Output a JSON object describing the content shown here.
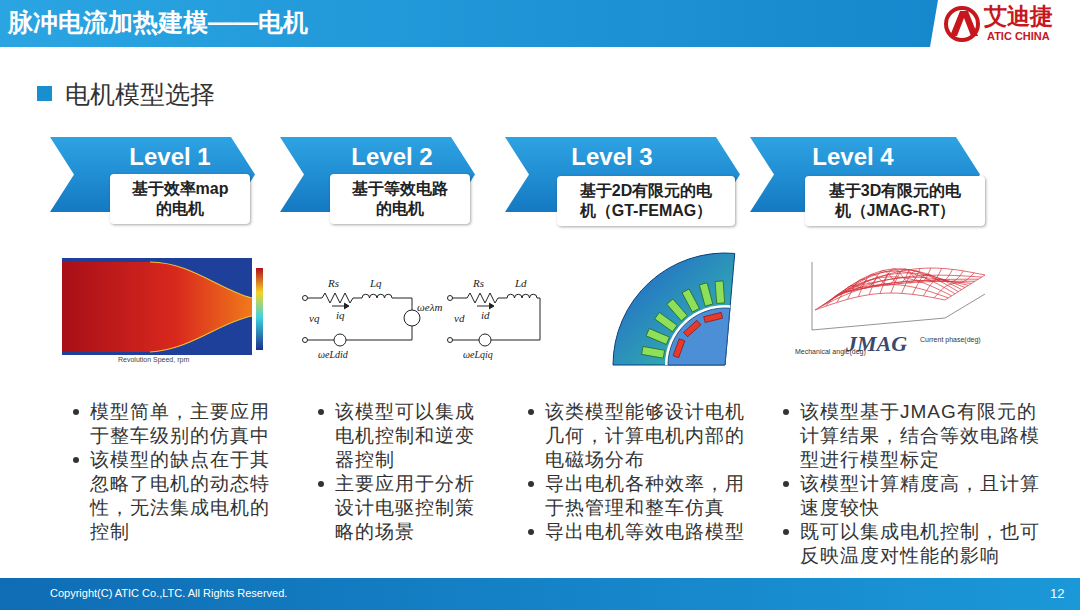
{
  "diagram": {
    "title": "脉冲电流加热建模——电机",
    "nodes": [
      {
        "text": [
          "Level 1"
        ]
      },
      {
        "text": [
          "基于效率map 的电机"
        ],
        "in": 0
      },
      {
        "text": [
          "Level 2"
        ]
      },
      {
        "text": [
          "基于等效电路 的电机"
        ],
        "in": 2
      },
      {
        "text": [
          "Level 3"
        ]
      },
      {
        "text": [
          "基于2D有限元的电 机（GT-FEMAG）"
        ],
        "in": 4
      },
      {
        "text": [
          "Level 4"
        ]
      },
      {
        "text": [
          "基于3D有限元的电 机（JMAG-RT）"
        ],
        "in": 6
      }
    ],
    "labels": [
      "电机模型选择",
      "艾迪捷",
      "ATIC CHINA",
      "模型简单，主要应用 于整车级别的仿真中",
      "该模型的缺点在于其 忽略了电机的动态特 性，无法集成电机的 控制",
      "该模型可以集成 电机控制和逆变 器控制",
      "主要应用于分析 设计电驱控制策 略的场景",
      "该类模型能够设计电机 几何，计算电机内部的 电磁场分布",
      "导出电机各种效率，用 于热管理和整车仿真",
      "导出电机等效电路模型",
      "该模型基于JMAG有限元的 计算结果，结合等效电路模 型进行模型标定",
      "该模型计算精度高，且计算 速度较快",
      "既可以集成电机控制，也可 反映温度对性能的影响",
      "Rs",
      "Lq",
      "iq",
      "vq",
      "ωeλm",
      "ωeLdid",
      "Rs",
      "Ld",
      "id",
      "vd",
      "ωeLqiq",
      "Revolution Speed, rpm",
      "JMAG",
      "Mechanical angle(deg)",
      "Current phase(deg)",
      "Copyright(C) ATIC Co.,LTC. All Rights Reserved.",
      "12"
    ]
  }
}
